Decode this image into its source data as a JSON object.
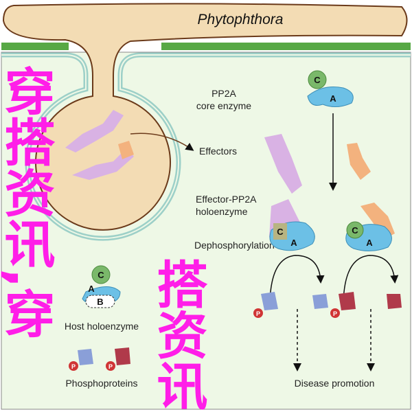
{
  "title": "Phytophthora",
  "labels": {
    "core_enzyme_1": "PP2A",
    "core_enzyme_2": "core enzyme",
    "effectors": "Effectors",
    "effector_holo_1": "Effector-PP2A",
    "effector_holo_2": "holoenzyme",
    "dephosphorylation": "Dephosphorylation",
    "host_holoenzyme": "Host holoenzyme",
    "phosphoproteins": "Phosphoproteins",
    "disease_promotion": "Disease promotion"
  },
  "subunits": {
    "a": "A",
    "b": "B",
    "c": "C",
    "p": "P"
  },
  "watermark": {
    "line1": "穿搭资讯,穿",
    "line2": "搭资讯"
  },
  "colors": {
    "background": "#eef8e6",
    "pathogen": "#f3dcb4",
    "pathogen_outline": "#6b3a1a",
    "cell_wall": "#57a845",
    "membrane": "#9dd0c8",
    "subunit_a": "#6cc0e6",
    "subunit_c": "#7ab86a",
    "effector": "#d9b2e4",
    "effector_orange": "#f3b27e",
    "phospho_protein": "#8a9fd8",
    "phospho_red": "#b03a4a",
    "watermark": "#ff1ee8"
  }
}
